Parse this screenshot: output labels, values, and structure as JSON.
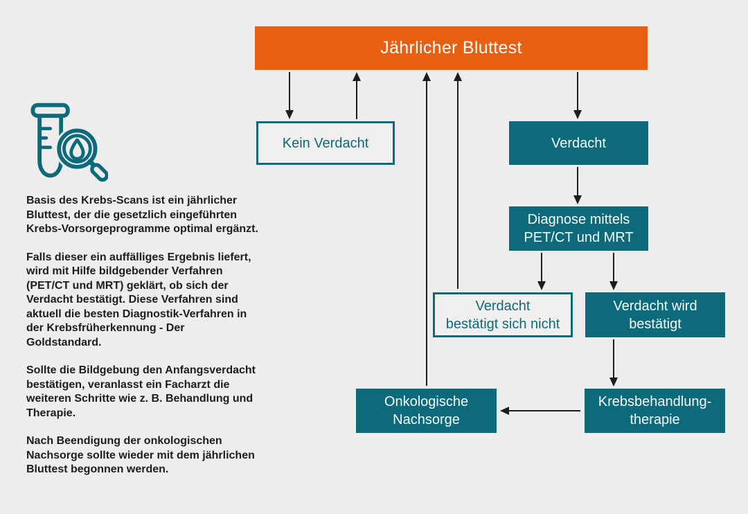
{
  "colors": {
    "background": "#ededee",
    "accent_orange": "#e8600f",
    "accent_teal": "#0d6a7b",
    "arrow": "#1d1d1d",
    "body_text": "#1d1d1d"
  },
  "banner": {
    "label": "Jährlicher Bluttest"
  },
  "left_panel": {
    "icon": "blood-test-magnifier-icon",
    "paragraphs": [
      "Basis des Krebs-Scans ist ein jährlicher Bluttest, der die gesetzlich eingeführten Krebs-Vorsorgeprogramme optimal ergänzt.",
      "Falls dieser ein auffälliges Ergebnis liefert, wird mit Hilfe bildgebender Verfahren (PET/CT und MRT) geklärt, ob sich der Verdacht bestätigt. Diese Verfahren sind aktuell die besten Diagnostik-Verfahren in der Krebsfrüherkennung - Der Goldstandard.",
      "Sollte die Bildgebung den Anfangsverdacht bestätigen, veranlasst ein Facharzt die weiteren Schritte wie z. B. Behandlung und Therapie.",
      "Nach Beendigung der onkologischen Nachsorge sollte wieder mit dem jährlichen Bluttest begonnen werden."
    ]
  },
  "flowchart": {
    "nodes": [
      {
        "id": "kein-verdacht",
        "label": "Kein Verdacht",
        "style": "outlined"
      },
      {
        "id": "verdacht",
        "label": "Verdacht",
        "style": "filled"
      },
      {
        "id": "diagnose",
        "label": "Diagnose mittels\nPET/CT und MRT",
        "style": "filled"
      },
      {
        "id": "verdacht-nicht-bestaetigt",
        "label": "Verdacht\nbestätigt sich nicht",
        "style": "outlined"
      },
      {
        "id": "verdacht-bestaetigt",
        "label": "Verdacht wird\nbestätigt",
        "style": "filled"
      },
      {
        "id": "onkologische-nachsorge",
        "label": "Onkologische\nNachsorge",
        "style": "filled"
      },
      {
        "id": "krebsbehandlung-therapie",
        "label": "Krebsbehandlung-\ntherapie",
        "style": "filled"
      }
    ],
    "edges": [
      {
        "from": "jaehrlicher-bluttest",
        "to": "kein-verdacht"
      },
      {
        "from": "kein-verdacht",
        "to": "jaehrlicher-bluttest"
      },
      {
        "from": "onkologische-nachsorge",
        "to": "jaehrlicher-bluttest"
      },
      {
        "from": "verdacht-nicht-bestaetigt",
        "to": "jaehrlicher-bluttest"
      },
      {
        "from": "jaehrlicher-bluttest",
        "to": "verdacht"
      },
      {
        "from": "verdacht",
        "to": "diagnose"
      },
      {
        "from": "diagnose",
        "to": "verdacht-nicht-bestaetigt"
      },
      {
        "from": "diagnose",
        "to": "verdacht-bestaetigt"
      },
      {
        "from": "verdacht-bestaetigt",
        "to": "krebsbehandlung-therapie"
      },
      {
        "from": "krebsbehandlung-therapie",
        "to": "onkologische-nachsorge"
      }
    ]
  }
}
